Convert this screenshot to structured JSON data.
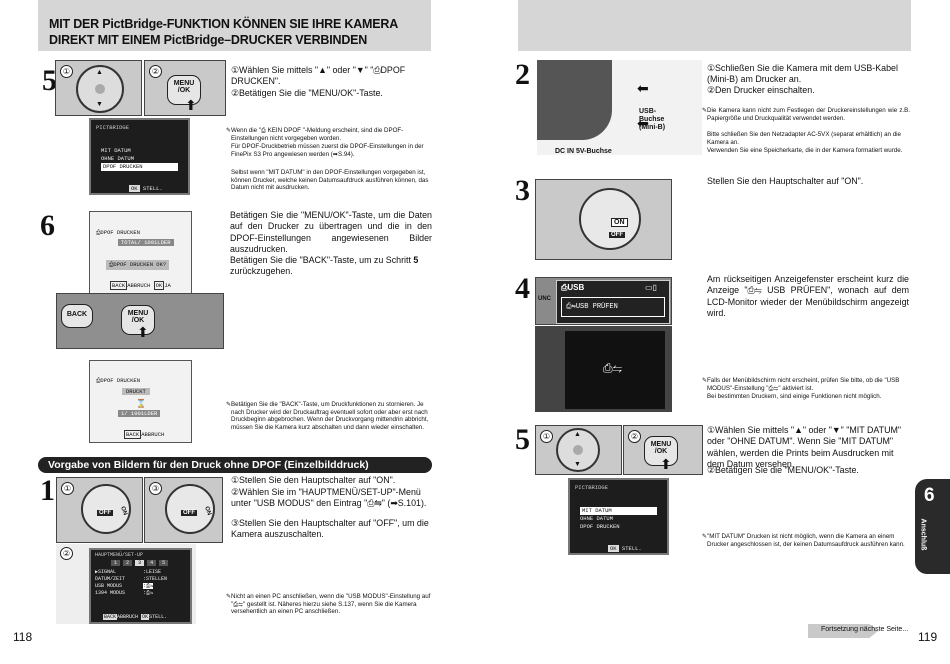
{
  "left_page": {
    "title_line1": "MIT DER PictBridge-FUNKTION KÖNNEN SIE IHRE KAMERA",
    "title_line2": "DIREKT MIT EINEM PictBridge–DRUCKER VERBINDEN",
    "step5": {
      "number": "5",
      "panel1_label": "①",
      "panel2_label": "②",
      "button_label_1": "MENU",
      "button_label_2": "/OK",
      "lcd_header": "PICTBRIDGE",
      "lcd_items": [
        "MIT DATUM",
        "OHNE DATUM",
        "DPOF DRUCKEN"
      ],
      "lcd_ok": "OK",
      "lcd_ok_label": "STELL.",
      "text1": "①Wählen Sie mittels \"▲\" oder \"▼\" \"⎙DPOF DRUCKEN\".",
      "text2": "②Betätigen Sie die \"MENU/OK\"-Taste.",
      "note1": "Wenn die \"⎙ KEIN DPOF \"-Meldung erscheint, sind die DPOF-Einstellungen nicht vorgegeben worden.",
      "note2": "Für DPOF-Druckbetrieb müssen zuerst die DPOF-Einstellungen in der FinePix S3 Pro angewiesen werden (➡S.94).",
      "note3": "Selbst wenn \"MIT DATUM\" in den DPOF-Einstellungen vorgegeben ist, können Drucker, welche keinen Datumsaufdruck ausführen können, das Datum nicht mit ausdrucken."
    },
    "step6": {
      "number": "6",
      "lcd_title": "⎙DPOF DRUCKEN",
      "lcd_total": "TOTAL/  1001LDER",
      "lcd_confirm": "⎙DPOF DRUCKEN OK?",
      "lcd_back": "BACK",
      "lcd_back_label": "ABBRUCH",
      "lcd_ok": "OK",
      "lcd_ok_label": "JA",
      "back_button": "BACK",
      "button_label_1": "MENU",
      "button_label_2": "/OK",
      "text": "Betätigen Sie die \"MENU/OK\"-Taste, um die Daten auf den Drucker zu übertragen und die in den DPOF-Einstellungen angewiesenen Bilder auszudrucken.",
      "text2_prefix": "Betätigen Sie die \"BACK\"-Taste, um zu Schritt ",
      "text2_num": "5",
      "text2_suffix": " zurückzugehen.",
      "lcd2_title": "⎙DPOF DRUCKEN",
      "lcd2_status": "DRUCKT",
      "lcd2_count": "1/   1001LDER",
      "lcd2_back": "BACK",
      "lcd2_back_label": "ABBRUCH",
      "note": "Betätigen Sie die \"BACK\"-Taste, um Druckfunktionen zu stornieren. Je nach Drucker wird der Druckauftrag eventuell sofort oder aber erst nach Druckbeginn abgebrochen. Wenn der Druckvorgang mittendrin abbricht, müssen Sie die Kamera kurz abschalten und dann wieder einschalten."
    },
    "section_title": "Vorgabe von Bildern für den Druck ohne DPOF (Einzelbilddruck)",
    "step1": {
      "number": "1",
      "panel1_label": "①",
      "panel3_label": "③",
      "panel2_label": "②",
      "dial_off": "OFF",
      "dial_on": "ON",
      "menu_title": "HAUPTMENÜ/SET-UP",
      "menu_tabs": [
        "1",
        "2",
        "3",
        "4",
        "5"
      ],
      "menu_rows": [
        [
          "▶SIGNAL",
          ":LEISE"
        ],
        [
          "DATUM/ZEIT",
          ":STELLEN"
        ],
        [
          "USB MODUS",
          ":⎙⇋"
        ],
        [
          "1394 MODUS",
          ":⎙⇋"
        ]
      ],
      "menu_back": "BACK",
      "menu_back_label": "ABBRUCH",
      "menu_ok": "OK",
      "menu_ok_label": "STELL.",
      "text1": "①Stellen Sie den Hauptschalter auf \"ON\".",
      "text2": "②Wählen Sie im \"HAUPTMENÜ/SET-UP\"-Menü unter \"USB MODUS\" den Eintrag \"⎙⇋\" (➡S.101).",
      "text3": "③Stellen Sie den Hauptschalter auf \"OFF\", um die Kamera auszuschalten.",
      "note": "Nicht an einen PC anschließen, wenn die \"USB MODUS\"-Einstellung auf \"⎙⇋\" gestellt ist. Näheres hierzu siehe S.137, wenn Sie die Kamera versehentlich an einen PC anschließen."
    },
    "page_number": "118"
  },
  "right_page": {
    "step2": {
      "number": "2",
      "label_usb": "USB-\nBuchse\n(Mini-B)",
      "label_dc": "DC IN 5V-Buchse",
      "text1": "①Schließen Sie die Kamera mit dem USB-Kabel (Mini-B) am Drucker an.",
      "text2": "②Den Drucker einschalten.",
      "note1": "Die Kamera kann nicht zum Festlegen der Druckereinstellungen wie z.B. Papiergröße und Druckqualität verwendet werden.",
      "note2": "Bitte schließen Sie den Netzadapter AC-5VX (separat erhältlich) an die Kamera an.",
      "note3": "Verwenden Sie eine Speicherkarte, die in der Kamera formatiert wurde."
    },
    "step3": {
      "number": "3",
      "dial_on": "ON",
      "dial_off": "OFF",
      "text": "Stellen Sie den Hauptschalter auf \"ON\"."
    },
    "step4": {
      "number": "4",
      "side_label": "UNC",
      "lcd_top": "⎙USB",
      "lcd_main": "⎙⇋USB PRÜFEN",
      "screen_icon": "⎙⇋",
      "text": "Am rückseitigen Anzeigefenster erscheint kurz die Anzeige \"⎙⇋ USB PRÜFEN\", wonach auf dem LCD-Monitor wieder der Menübildschirm angezeigt wird.",
      "note1": "Falls der Menübildschirm nicht erscheint, prüfen Sie bitte, ob die \"USB MODUS\"-Einstellung \"⎙⇋\" aktiviert ist.",
      "note2": "Bei bestimmten Druckern, sind einige Funktionen nicht möglich."
    },
    "step5": {
      "number": "5",
      "panel1_label": "①",
      "panel2_label": "②",
      "button_label_1": "MENU",
      "button_label_2": "/OK",
      "lcd_header": "PICTBRIDGE",
      "lcd_items": [
        "MIT DATUM",
        "OHNE DATUM",
        "DPOF DRUCKEN"
      ],
      "lcd_ok": "OK",
      "lcd_ok_label": "STELL.",
      "text1": "①Wählen Sie mittels \"▲\" oder \"▼\" \"MIT DATUM\" oder \"OHNE DATUM\". Wenn Sie \"MIT DATUM\" wählen, werden die Prints beim Ausdrucken mit dem Datum versehen.",
      "text2": "②Betätigen Sie die \"MENU/OK\"-Taste.",
      "note": "\"MIT DATUM\" Drucken ist nicht möglich, wenn die Kamera an einem Drucker angeschlossen ist, der keinen Datumsaufdruck ausführen kann."
    },
    "tab_number": "6",
    "tab_label": "Anschluß",
    "continue_text": "Fortsetzung nächste Seite...",
    "page_number": "119"
  }
}
